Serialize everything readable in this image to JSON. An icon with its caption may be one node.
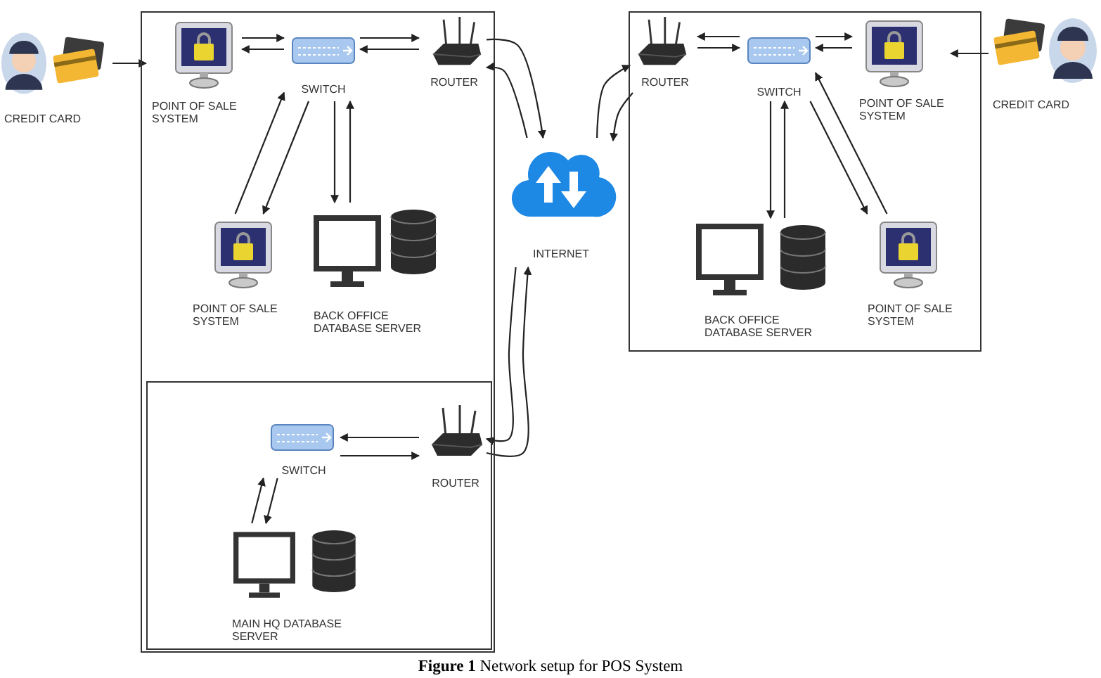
{
  "diagram": {
    "caption": "**Figure 1** Network setup for POS System",
    "nodes": [
      {
        "text": [],
        "shape": "box"
      },
      {
        "text": [
          "CREDIT CARD"
        ]
      },
      {
        "text": [
          "POINT OF SALE SYSTEM"
        ],
        "in": 0
      },
      {
        "text": [
          "SWITCH"
        ],
        "in": 0
      },
      {
        "text": [
          "ROUTER"
        ],
        "in": 0
      },
      {
        "text": [
          "POINT OF SALE SYSTEM"
        ],
        "in": 0
      },
      {
        "text": [
          "BACK OFFICE DATABASE SERVER"
        ],
        "in": 0
      },
      {
        "text": [],
        "shape": "box",
        "in": 0
      },
      {
        "text": [
          "SWITCH"
        ],
        "in": 7
      },
      {
        "text": [
          "ROUTER"
        ],
        "in": 7
      },
      {
        "text": [
          "MAIN HQ DATABASE SERVER"
        ],
        "in": 7
      },
      {
        "text": [
          "INTERNET"
        ]
      },
      {
        "text": [],
        "shape": "box"
      },
      {
        "text": [
          "ROUTER"
        ],
        "in": 12
      },
      {
        "text": [
          "SWITCH"
        ],
        "in": 12
      },
      {
        "text": [
          "POINT OF SALE SYSTEM"
        ],
        "in": 12
      },
      {
        "text": [
          "CREDIT CARD"
        ]
      },
      {
        "text": [
          "BACK OFFICE DATABASE SERVER"
        ],
        "in": 12
      },
      {
        "text": [
          "POINT OF SALE SYSTEM"
        ],
        "in": 12
      }
    ],
    "edges": [
      {
        "from": 1,
        "to": 2,
        "arrow": "to"
      },
      {
        "from": 2,
        "to": 3,
        "arrow": "to"
      },
      {
        "from": 3,
        "to": 2,
        "arrow": "to"
      },
      {
        "from": 3,
        "to": 4,
        "arrow": "to"
      },
      {
        "from": 4,
        "to": 3,
        "arrow": "to"
      },
      {
        "from": 3,
        "to": 5,
        "arrow": "to"
      },
      {
        "from": 5,
        "to": 3,
        "arrow": "to"
      },
      {
        "from": 3,
        "to": 6,
        "arrow": "to"
      },
      {
        "from": 6,
        "to": 3,
        "arrow": "to"
      },
      {
        "from": 4,
        "to": 11,
        "arrow": "to"
      },
      {
        "from": 11,
        "to": 4,
        "arrow": "to"
      },
      {
        "from": 9,
        "to": 11,
        "arrow": "to"
      },
      {
        "from": 11,
        "to": 9,
        "arrow": "to"
      },
      {
        "from": 9,
        "to": 8,
        "arrow": "to"
      },
      {
        "from": 8,
        "to": 9,
        "arrow": "to"
      },
      {
        "from": 8,
        "to": 10,
        "arrow": "to"
      },
      {
        "from": 10,
        "to": 8,
        "arrow": "to"
      },
      {
        "from": 11,
        "to": 13,
        "arrow": "to"
      },
      {
        "from": 13,
        "to": 11,
        "arrow": "to"
      },
      {
        "from": 13,
        "to": 14,
        "arrow": "to"
      },
      {
        "from": 14,
        "to": 13,
        "arrow": "to"
      },
      {
        "from": 14,
        "to": 15,
        "arrow": "to"
      },
      {
        "from": 15,
        "to": 14,
        "arrow": "to"
      },
      {
        "from": 16,
        "to": 15,
        "arrow": "to"
      },
      {
        "from": 14,
        "to": 18,
        "arrow": "to"
      },
      {
        "from": 18,
        "to": 14,
        "arrow": "to"
      },
      {
        "from": 14,
        "to": 17,
        "arrow": "to"
      },
      {
        "from": 17,
        "to": 14,
        "arrow": "to"
      }
    ]
  }
}
